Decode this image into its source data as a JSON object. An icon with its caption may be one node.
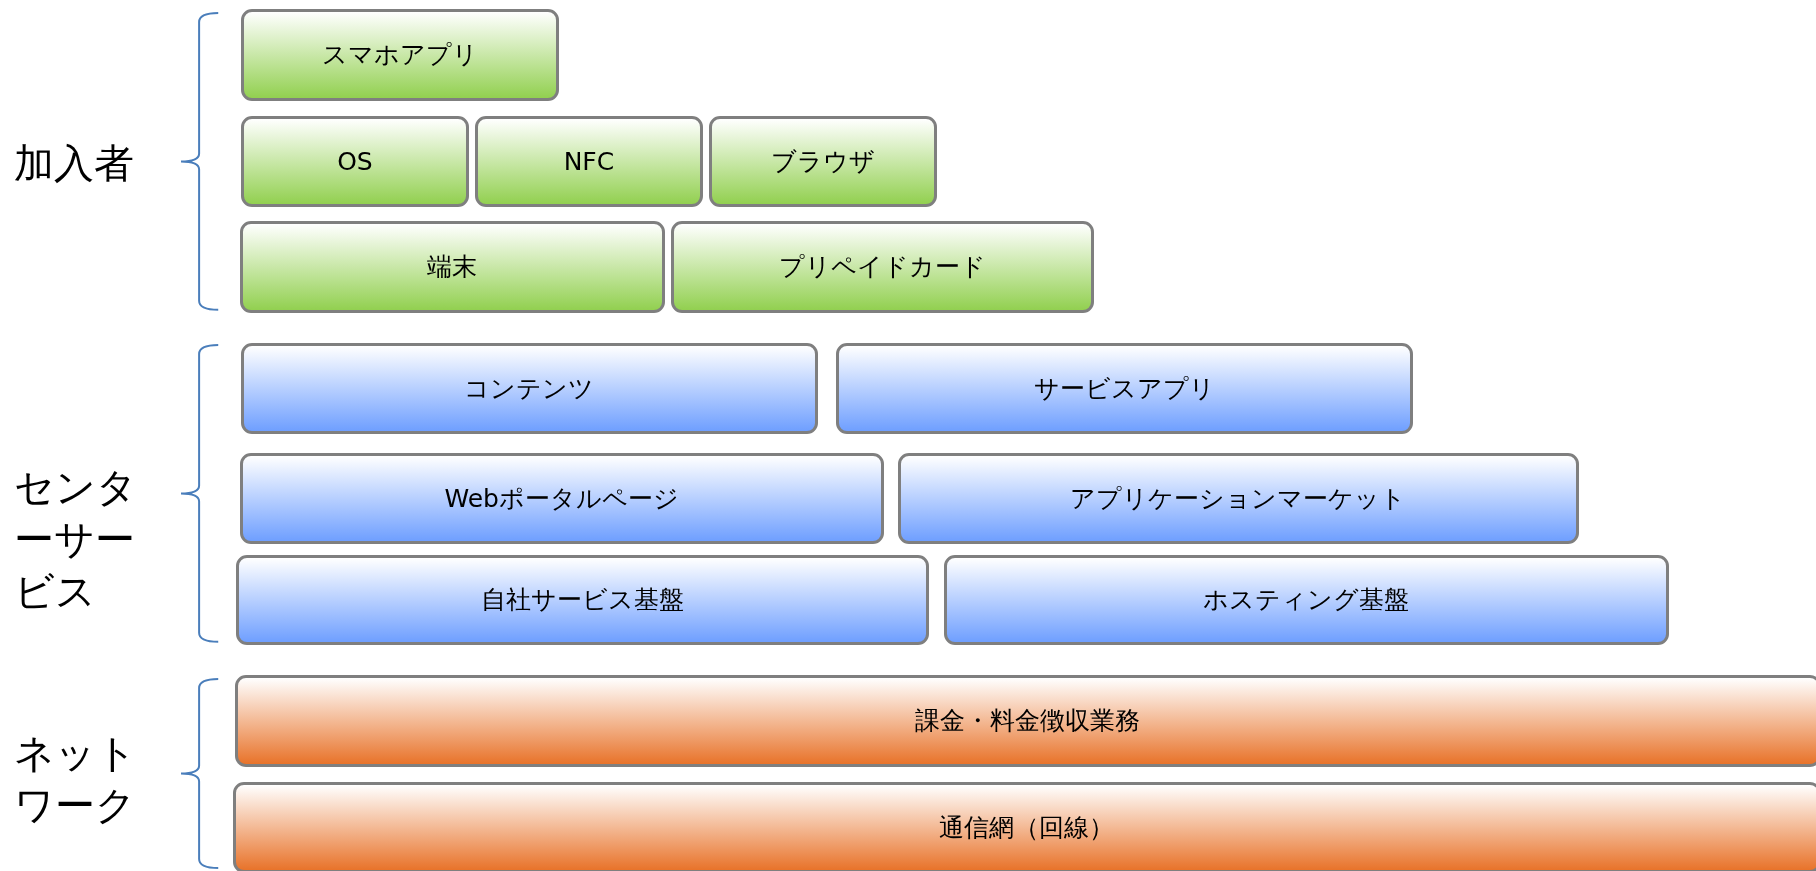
{
  "diagram": {
    "nodes": [
      {
        "text": [
          "スマホアプリ"
        ]
      },
      {
        "text": [
          "OS"
        ]
      },
      {
        "text": [
          "NFC"
        ]
      },
      {
        "text": [
          "ブラウザ"
        ]
      },
      {
        "text": [
          "端末"
        ]
      },
      {
        "text": [
          "プリペイドカード"
        ]
      },
      {
        "text": [
          "コンテンツ"
        ]
      },
      {
        "text": [
          "サービスアプリ"
        ]
      },
      {
        "text": [
          "Webポータルページ"
        ]
      },
      {
        "text": [
          "アプリケーションマーケット"
        ]
      },
      {
        "text": [
          "自社サービス基盤"
        ]
      },
      {
        "text": [
          "ホスティング基盤"
        ]
      },
      {
        "text": [
          "課金・料金徴収業務"
        ]
      },
      {
        "text": [
          "通信網（回線）"
        ]
      }
    ],
    "edges": [],
    "labels": [
      "加入者",
      "センターサービス",
      "ネットワーク"
    ]
  }
}
